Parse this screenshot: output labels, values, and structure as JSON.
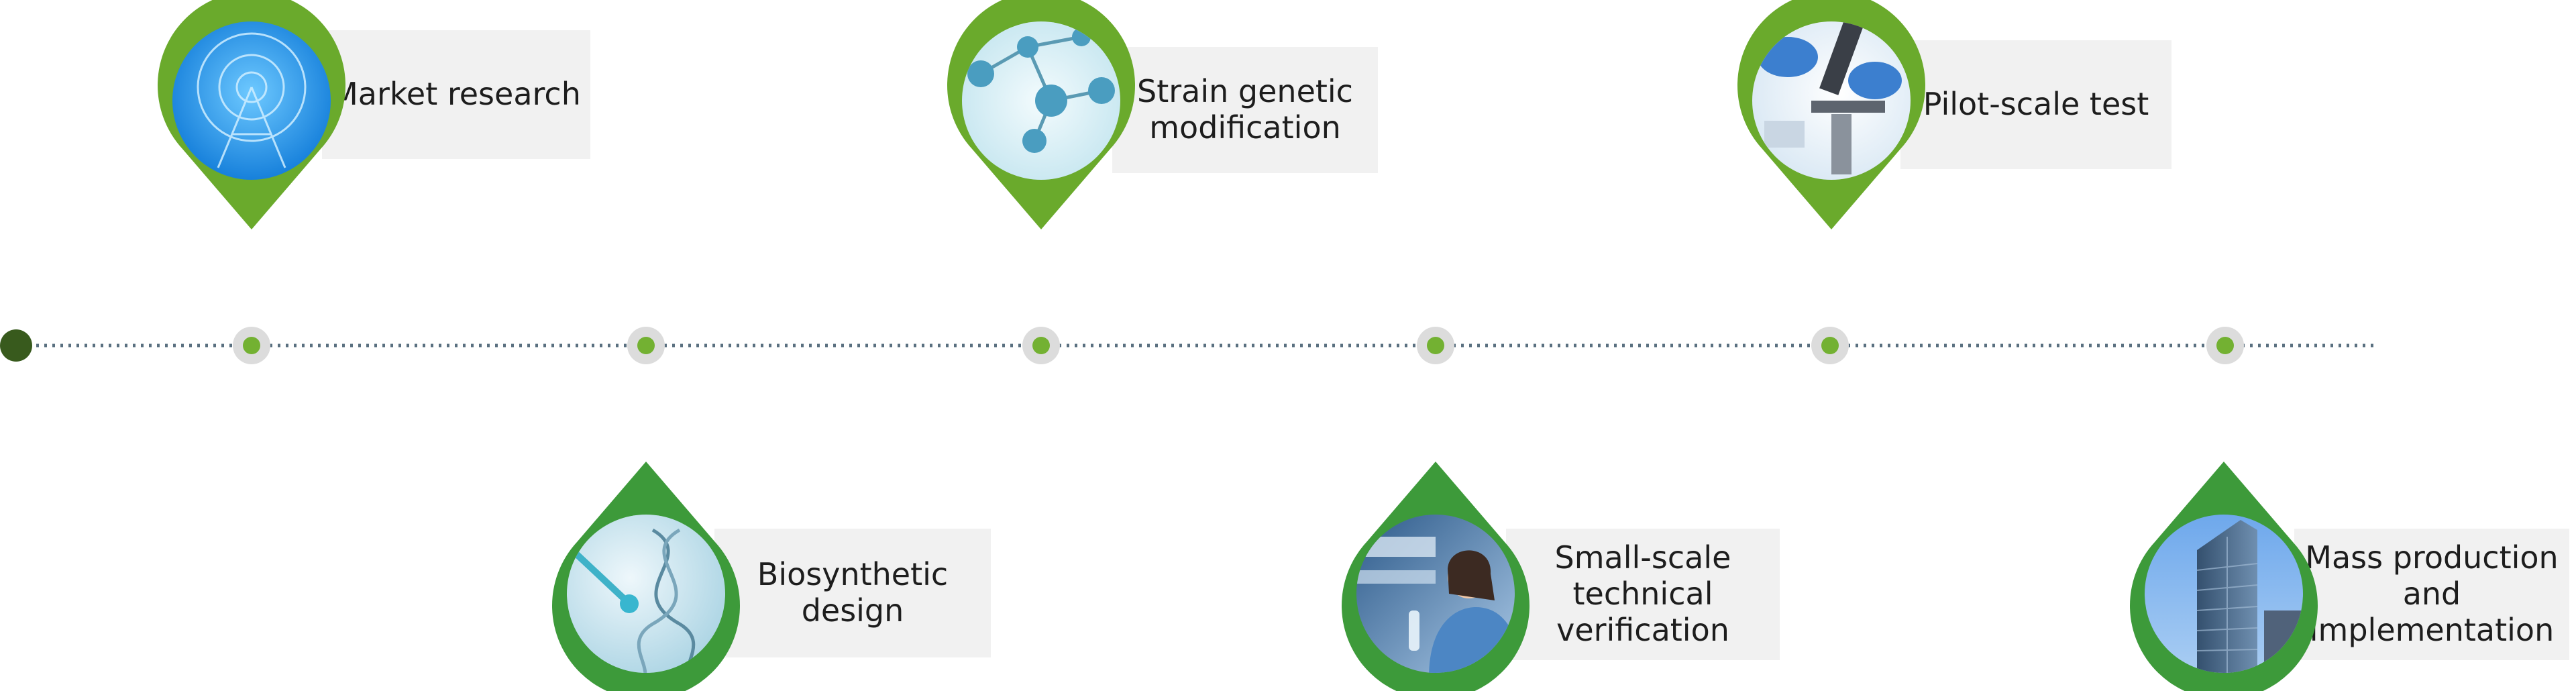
{
  "stages": [
    {
      "label": "Market research",
      "position": "top",
      "image": "radar-sonar-image",
      "icon": "radar-icon"
    },
    {
      "label": "Biosynthetic\ndesign",
      "position": "bottom",
      "image": "dna-helix-image",
      "icon": "dna-icon"
    },
    {
      "label": "Strain genetic\nmodification",
      "position": "top",
      "image": "molecule-image",
      "icon": "molecule-icon"
    },
    {
      "label": "Small-scale\ntechnical\nverification",
      "position": "bottom",
      "image": "lab-researcher-image",
      "icon": "scientist-icon"
    },
    {
      "label": "Pilot-scale test",
      "position": "top",
      "image": "microscope-image",
      "icon": "microscope-icon"
    },
    {
      "label": "Mass production\nand\nimplementation",
      "position": "bottom",
      "image": "office-building-image",
      "icon": "building-icon"
    }
  ],
  "colors": {
    "pin_green": "#6aaa2c",
    "pin_green_dark": "#3d9a3a",
    "card_bg": "#f1f1f1",
    "timeline_dot": "#385a1d",
    "node_outer": "#dcdcdc",
    "node_inner": "#73b132",
    "line": "#5a7080"
  }
}
